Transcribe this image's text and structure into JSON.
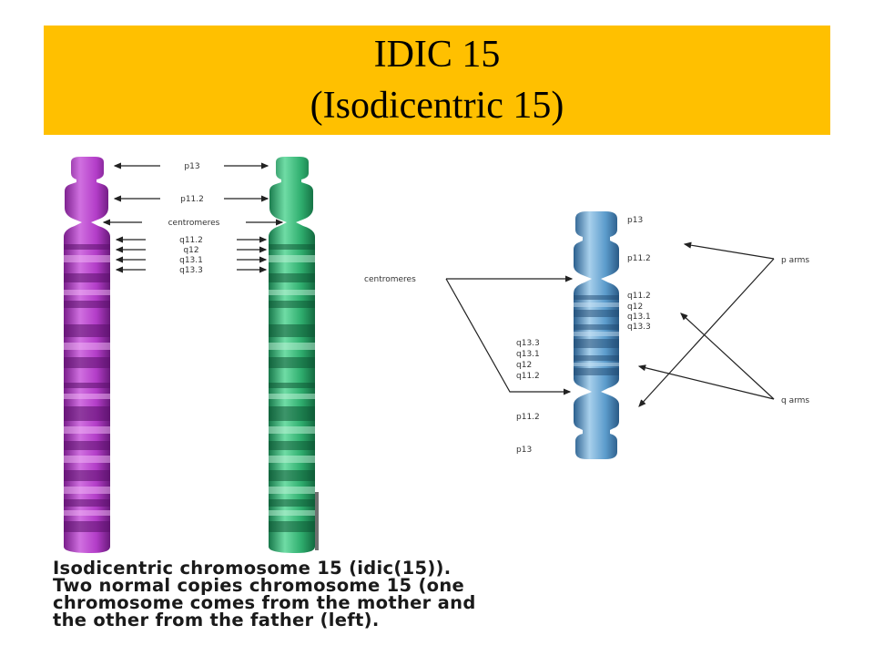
{
  "title": {
    "line1": "IDIC 15",
    "line2": "(Isodicentric 15)"
  },
  "colors": {
    "title_bar": "#ffc000",
    "chromosome_mother": "#b03cc8",
    "chromosome_father": "#2fae6e",
    "chromosome_idic": "#4a90c8"
  },
  "left_diagram": {
    "labels": [
      "p13",
      "p11.2",
      "centromeres",
      "q11.2",
      "q12",
      "q13.1",
      "q13.3"
    ]
  },
  "right_diagram": {
    "top_labels": [
      "p13",
      "p11.2",
      "q11.2",
      "q12",
      "q13.1",
      "q13.3"
    ],
    "bottom_labels": [
      "q13.3",
      "q13.1",
      "q12",
      "q11.2",
      "p11.2",
      "p13"
    ],
    "centromeres_label": "centromeres",
    "p_arms_label": "p arms",
    "q_arms_label": "q arms"
  },
  "caption": {
    "line1": "Isodicentric chromosome 15 (idic(15)).",
    "line2": "Two normal copies chromosome 15 (one",
    "line3": "chromosome comes from the mother and",
    "line4": "the other from the father (left)."
  }
}
